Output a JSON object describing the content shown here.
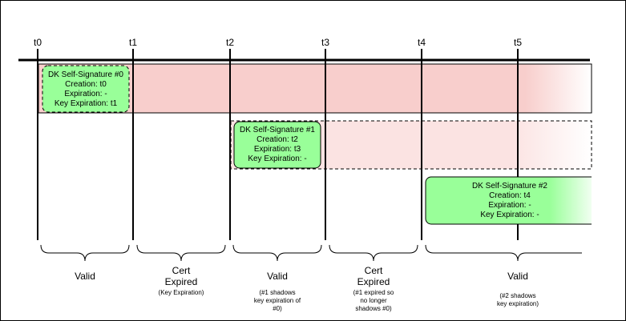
{
  "ticks": [
    {
      "label": "t0"
    },
    {
      "label": "t1"
    },
    {
      "label": "t2"
    },
    {
      "label": "t3"
    },
    {
      "label": "t4"
    },
    {
      "label": "t5"
    }
  ],
  "signatures": [
    {
      "title": "DK Self-Signature #0",
      "creation": "Creation: t0",
      "expiration": "Expiration: -",
      "key_expiration": "Key Expiration: t1"
    },
    {
      "title": "DK Self-Signature #1",
      "creation": "Creation: t2",
      "expiration": "Expiration: t3",
      "key_expiration": "Key Expiration: -"
    },
    {
      "title": "DK Self-Signature #2",
      "creation": "Creation: t4",
      "expiration": "Expiration: -",
      "key_expiration": "Key Expiration: -"
    }
  ],
  "periods": [
    {
      "status": [
        "Valid"
      ],
      "note": []
    },
    {
      "status": [
        "Cert",
        "Expired"
      ],
      "note": [
        "(Key Expiration)"
      ]
    },
    {
      "status": [
        "Valid"
      ],
      "note": [
        "(#1 shadows",
        "key expiration of",
        "#0)"
      ]
    },
    {
      "status": [
        "Cert",
        "Expired"
      ],
      "note": [
        "(#1 expired so",
        "no longer",
        "shadows #0)"
      ]
    },
    {
      "status": [
        "Valid"
      ],
      "note": [
        "(#2 shadows",
        "key expiration)"
      ]
    }
  ],
  "colors": {
    "band0": "#f8cecc",
    "band1": "#fbe3e2",
    "box_green": "#99ff99",
    "line": "#000000"
  }
}
